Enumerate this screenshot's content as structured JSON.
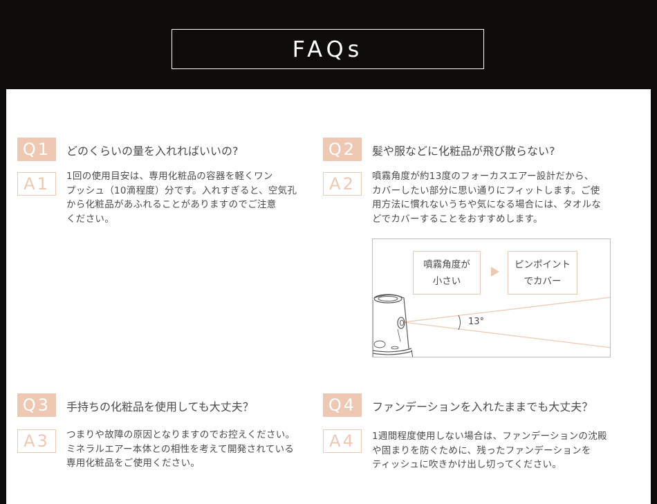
{
  "header": {
    "title": "FAQs"
  },
  "colors": {
    "accent": "#efc8b3",
    "background": "#0d0c0b",
    "panel": "#ffffff",
    "text": "#4a4a4a"
  },
  "faqs": [
    {
      "q_label": "Q1",
      "question": "どのくらいの量を入れればいいの?",
      "a_label": "A1",
      "answer_lines": [
        "1回の使用目安は、専用化粧品の容器を軽くワン",
        "プッシュ（10滴程度）分です。入れすぎると、空気孔",
        "から化粧品があふれることがありますのでご注意",
        "ください。"
      ]
    },
    {
      "q_label": "Q2",
      "question": "髪や服などに化粧品が飛び散らない?",
      "a_label": "A2",
      "answer_lines": [
        "噴霧角度が約13度のフォーカスエアー設計だから、",
        "カバーしたい部分に思い通りにフィットします。ご使",
        "用方法に慣れないうちや気になる場合には、タオルな",
        "どでカバーすることをおすすめします。"
      ],
      "diagram": {
        "box1_lines": [
          "噴霧角度が",
          "小さい"
        ],
        "box2_lines": [
          "ピンポイント",
          "でカバー"
        ],
        "angle_label": "13°"
      }
    },
    {
      "q_label": "Q3",
      "question": "手持ちの化粧品を使用しても大丈夫？",
      "a_label": "A3",
      "answer_lines": [
        "つまりや故障の原因となりますのでお控えください。",
        "ミネラルエアー本体との相性を考えて開発されている",
        "専用化粧品をご使用ください。"
      ]
    },
    {
      "q_label": "Q4",
      "question": "ファンデーションを入れたままでも大丈夫？",
      "a_label": "A4",
      "answer_lines": [
        "1週間程度使用しない場合は、ファンデーションの沈殿",
        "や固まりを防ぐために、残ったファンデーションを",
        "ティッシュに吹きかけ出し切ってください。"
      ]
    }
  ]
}
